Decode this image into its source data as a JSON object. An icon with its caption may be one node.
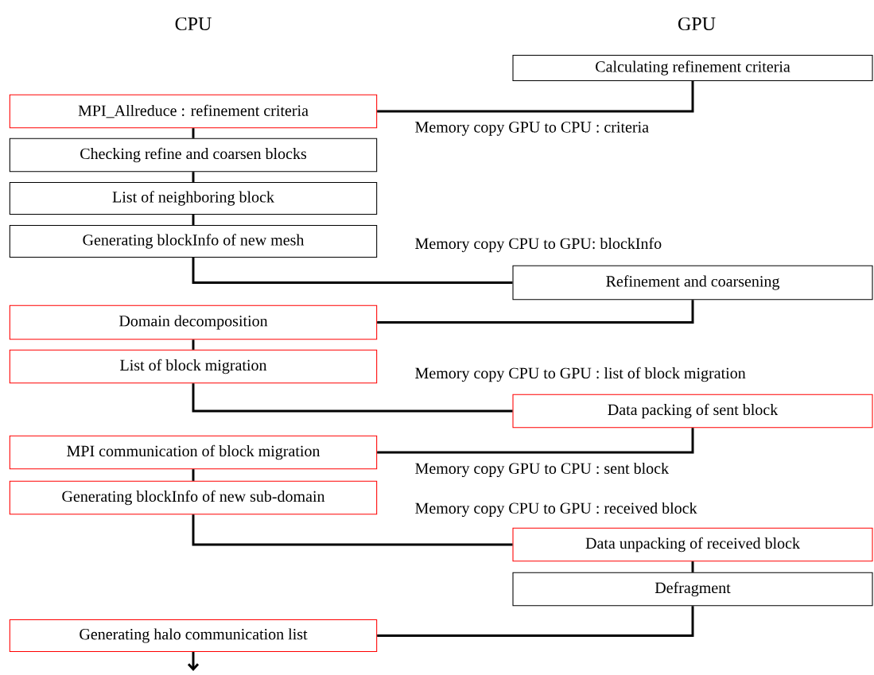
{
  "diagram": {
    "nodes": [
      {
        "text": [
          "Calculating refinement criteria"
        ]
      },
      {
        "text": [
          "MPI_Allreduce : refinement criteria"
        ]
      },
      {
        "text": [
          "Checking refine and coarsen blocks"
        ]
      },
      {
        "text": [
          "List of neighboring block"
        ]
      },
      {
        "text": [
          "Generating blockInfo of new mesh"
        ]
      },
      {
        "text": [
          "Refinement and coarsening"
        ]
      },
      {
        "text": [
          "Domain decomposition"
        ]
      },
      {
        "text": [
          "List of block migration"
        ]
      },
      {
        "text": [
          "Data packing of sent block"
        ]
      },
      {
        "text": [
          "MPI communication of block migration"
        ]
      },
      {
        "text": [
          "Generating blockInfo of new sub-domain"
        ]
      },
      {
        "text": [
          "Data unpacking of received block"
        ]
      },
      {
        "text": [
          "Defragment"
        ]
      },
      {
        "text": [
          "Generating halo communication list"
        ]
      }
    ],
    "edges": [
      {
        "from": 0,
        "to": 1,
        "arrow": "none",
        "label": "Memory copy GPU to CPU : criteria"
      },
      {
        "from": 1,
        "to": 2,
        "arrow": "none"
      },
      {
        "from": 2,
        "to": 3,
        "arrow": "none"
      },
      {
        "from": 3,
        "to": 4,
        "arrow": "none"
      },
      {
        "from": 4,
        "to": 5,
        "arrow": "none",
        "label": "Memory copy CPU to GPU: blockInfo"
      },
      {
        "from": 5,
        "to": 6,
        "arrow": "none"
      },
      {
        "from": 6,
        "to": 7,
        "arrow": "none"
      },
      {
        "from": 7,
        "to": 8,
        "arrow": "none",
        "label": "Memory copy CPU to GPU : list of block migration"
      },
      {
        "from": 8,
        "to": 9,
        "arrow": "none",
        "label": "Memory copy GPU to CPU : sent block"
      },
      {
        "from": 9,
        "to": 10,
        "arrow": "none"
      },
      {
        "from": 10,
        "to": 11,
        "arrow": "none",
        "label": "Memory copy CPU to GPU : received block"
      },
      {
        "from": 11,
        "to": 12,
        "arrow": "none"
      },
      {
        "from": 12,
        "to": 13,
        "arrow": "none"
      },
      {
        "from": 13,
        "to": null,
        "arrow": "to"
      }
    ],
    "labels": [
      "CPU",
      "GPU"
    ]
  }
}
